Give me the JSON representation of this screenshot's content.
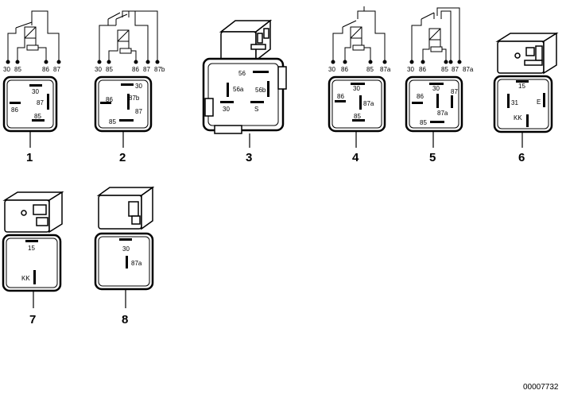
{
  "doc_number": "00007732",
  "relays": [
    {
      "callout": "1",
      "schematic_pins": [
        "30",
        "85",
        "86",
        "87"
      ],
      "terminals": [
        "30",
        "87",
        "86",
        "85"
      ]
    },
    {
      "callout": "2",
      "schematic_pins": [
        "30",
        "85",
        "86",
        "87",
        "87b"
      ],
      "terminals": [
        "30",
        "86",
        "87b",
        "87",
        "85"
      ]
    },
    {
      "callout": "3",
      "terminals": [
        "56",
        "56a",
        "56b",
        "30",
        "S"
      ]
    },
    {
      "callout": "4",
      "schematic_pins": [
        "30",
        "86",
        "85",
        "87a"
      ],
      "terminals": [
        "30",
        "86",
        "87a",
        "85"
      ]
    },
    {
      "callout": "5",
      "schematic_pins": [
        "30",
        "86",
        "85",
        "87",
        "87a"
      ],
      "terminals": [
        "30",
        "86",
        "87",
        "87a",
        "85"
      ]
    },
    {
      "callout": "6",
      "terminals": [
        "15",
        "31",
        "E",
        "KK"
      ]
    },
    {
      "callout": "7",
      "terminals": [
        "15",
        "KK"
      ]
    },
    {
      "callout": "8",
      "terminals": [
        "30",
        "87a"
      ]
    }
  ]
}
